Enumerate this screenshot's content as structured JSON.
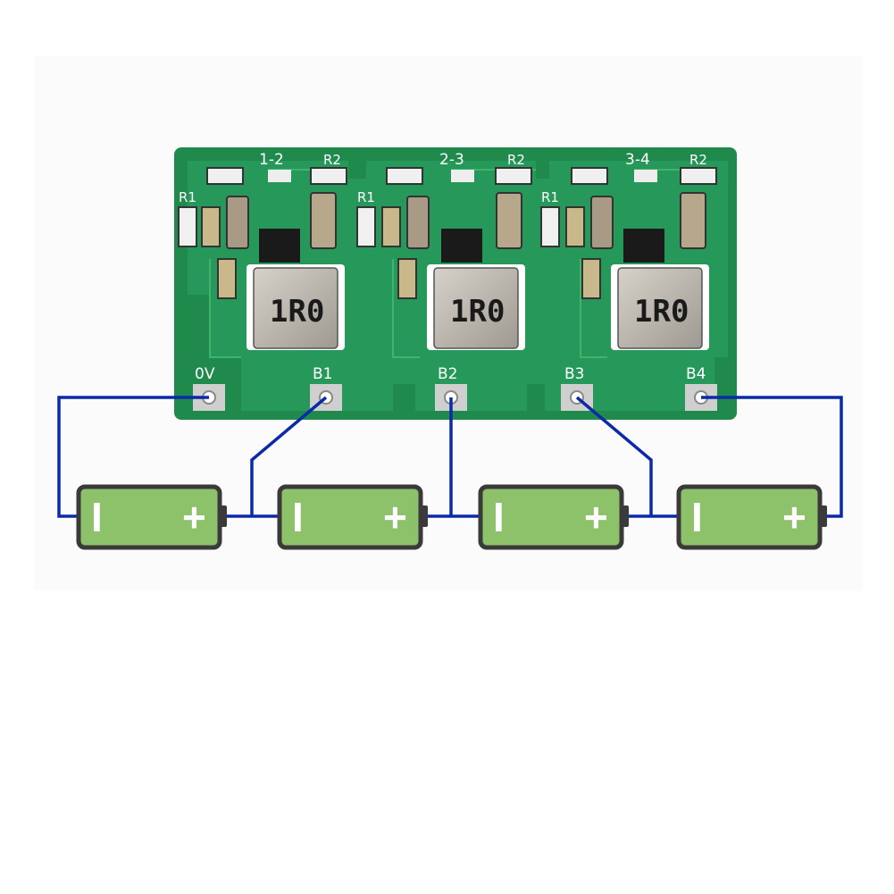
{
  "board": {
    "cells": [
      {
        "pair_label": "1-2",
        "r1_label": "R1",
        "r2_label": "R2",
        "inductor_label": "1R0"
      },
      {
        "pair_label": "2-3",
        "r1_label": "R1",
        "r2_label": "R2",
        "inductor_label": "1R0"
      },
      {
        "pair_label": "3-4",
        "r1_label": "R1",
        "r2_label": "R2",
        "inductor_label": "1R0"
      }
    ],
    "terminals": [
      {
        "label": "0V"
      },
      {
        "label": "B1"
      },
      {
        "label": "B2"
      },
      {
        "label": "B3"
      },
      {
        "label": "B4"
      }
    ]
  },
  "batteries": [
    {
      "minus": "I",
      "plus": "+"
    },
    {
      "minus": "I",
      "plus": "+"
    },
    {
      "minus": "I",
      "plus": "+"
    },
    {
      "minus": "I",
      "plus": "+"
    }
  ],
  "colors": {
    "pcb": "#1f8a4c",
    "pcb_trace": "#2ea35c",
    "wire": "#0b2aa8",
    "battery_fill": "#8dc26a",
    "battery_outline": "#3a3a3a",
    "inductor": "#b9b5ad"
  }
}
